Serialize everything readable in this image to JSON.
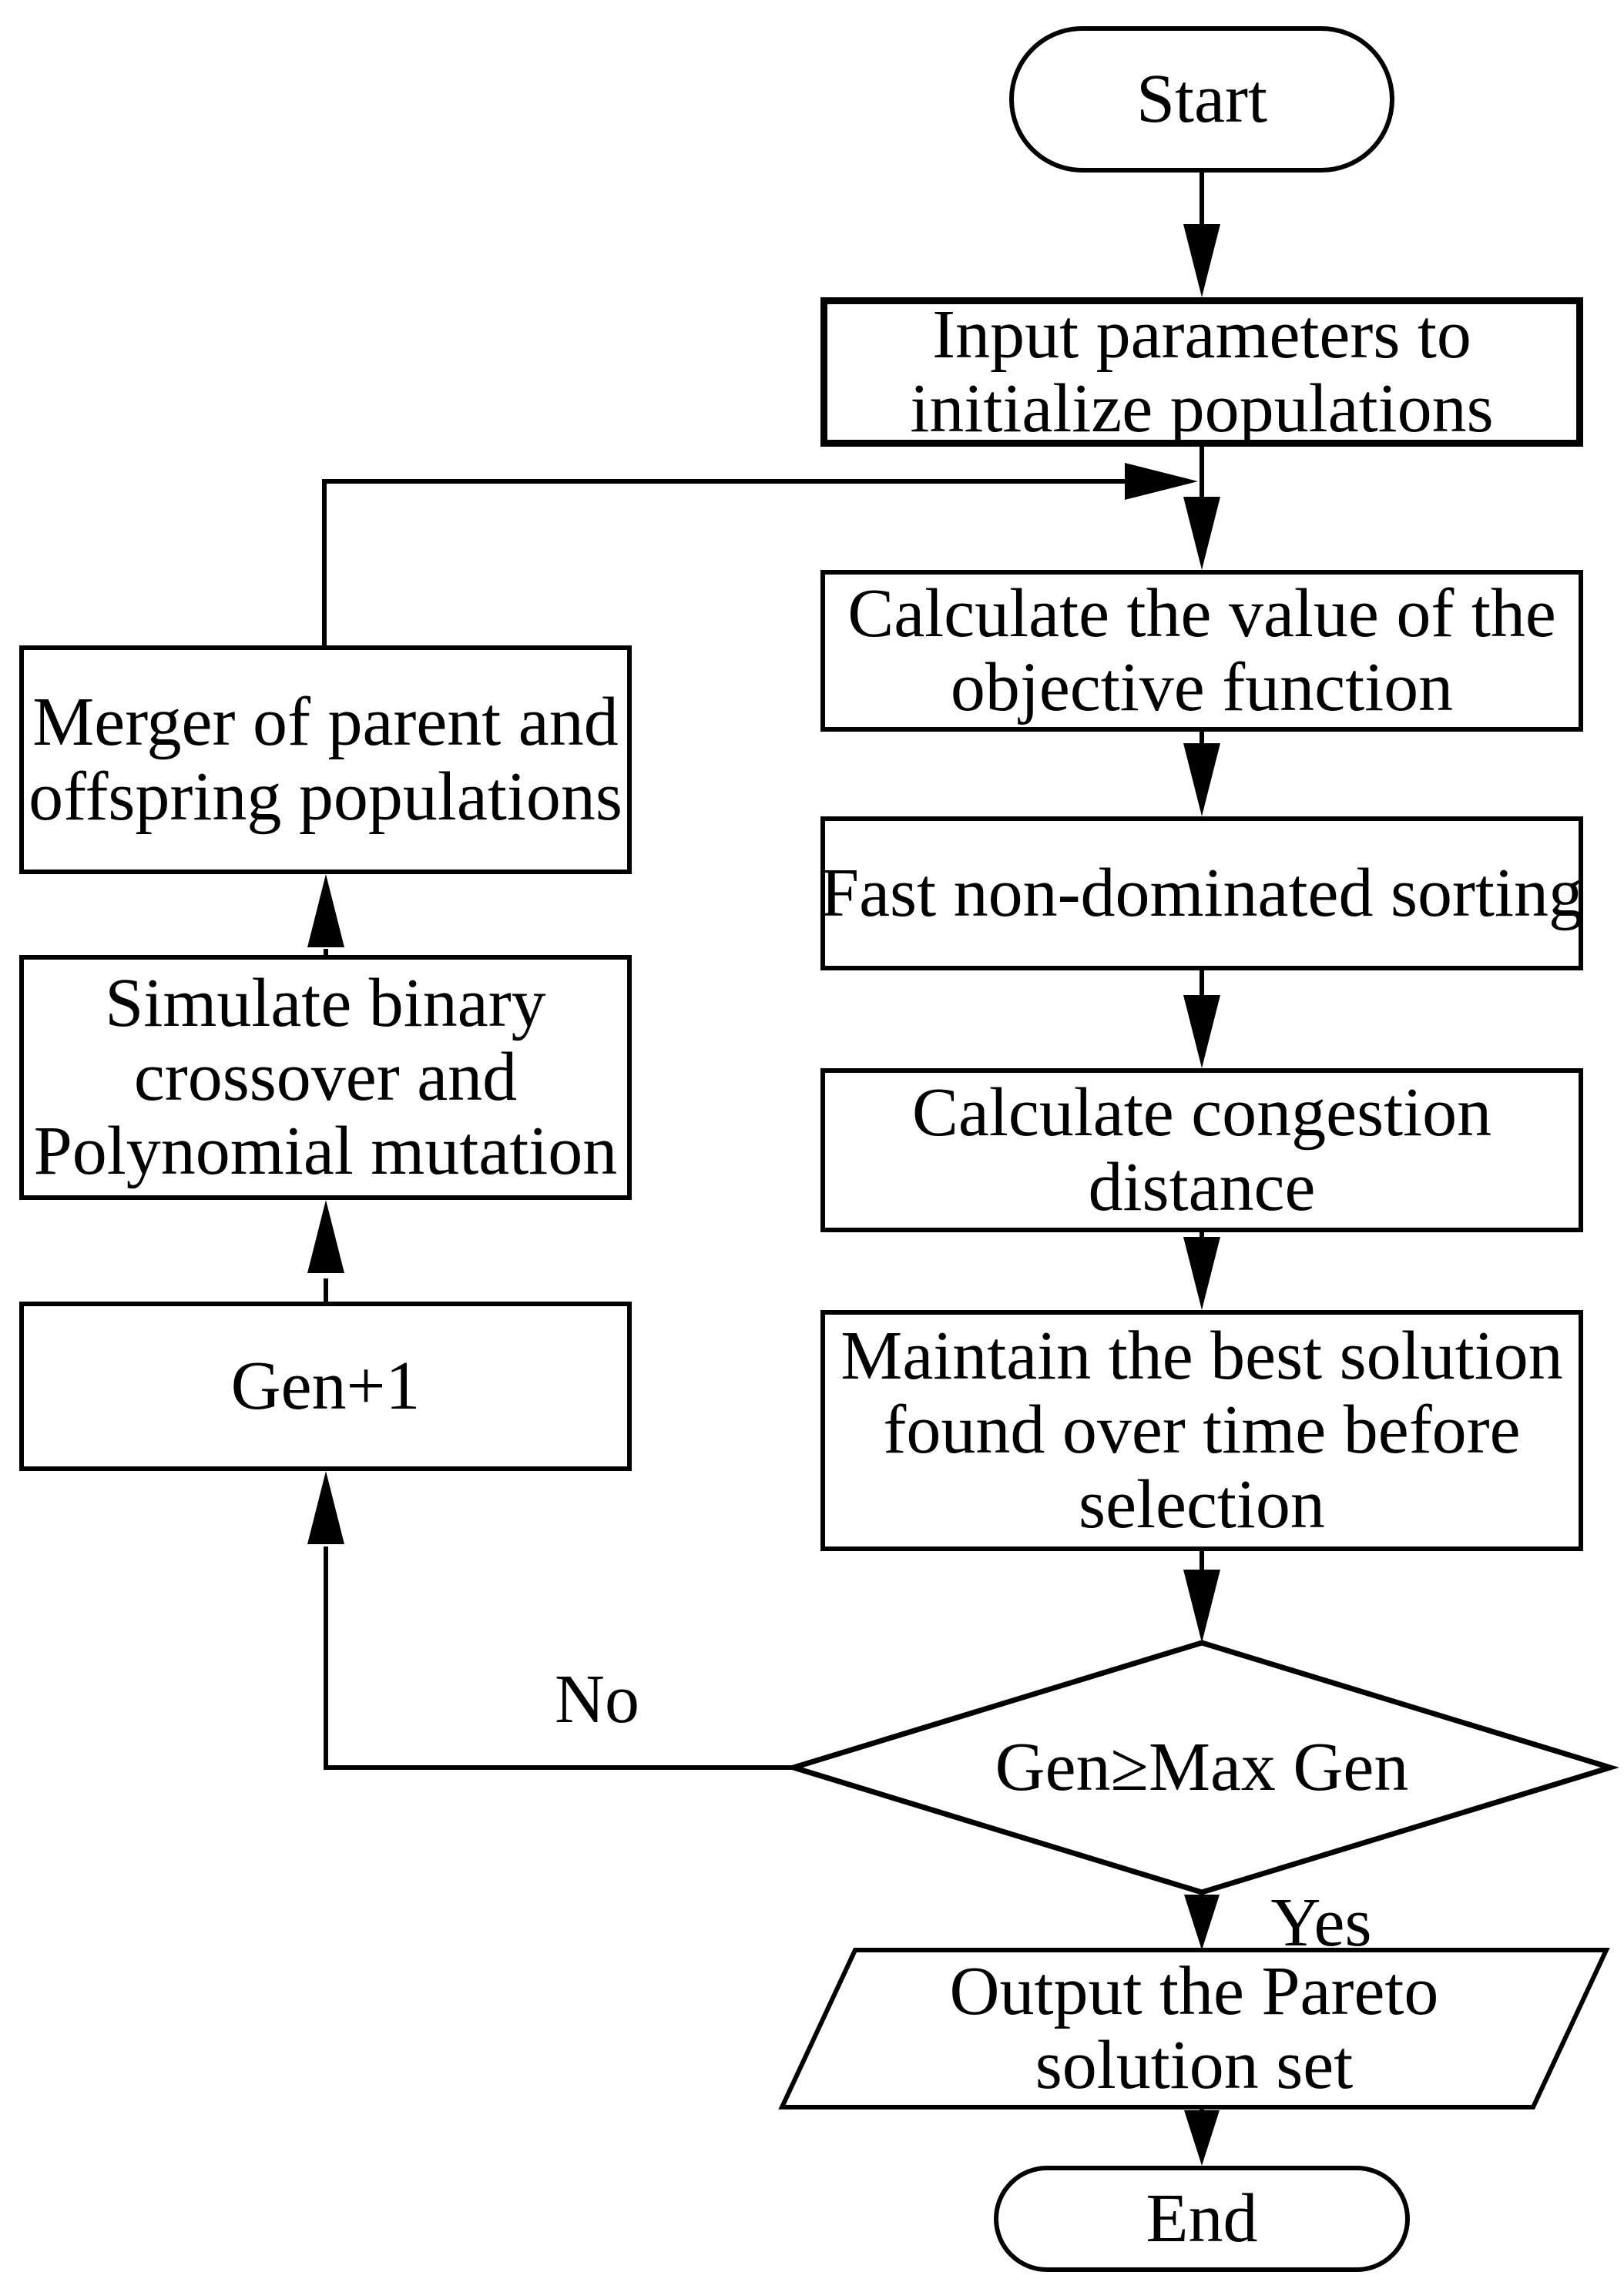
{
  "colors": {
    "stroke": "#000000",
    "fill": "#ffffff",
    "text": "#000000"
  },
  "nodes": {
    "start": {
      "label": "Start",
      "shape": "terminator"
    },
    "input": {
      "label": "Input parameters to\ninitialize populations",
      "shape": "process"
    },
    "calculate": {
      "label": "Calculate the value of the\nobjective function",
      "shape": "process"
    },
    "fast_sort": {
      "label": "Fast non-dominated sorting",
      "shape": "process"
    },
    "congestion": {
      "label": "Calculate congestion\ndistance",
      "shape": "process"
    },
    "maintain": {
      "label": "Maintain the best solution\nfound over time before\nselection",
      "shape": "process"
    },
    "decision": {
      "label": "Gen≥Max Gen",
      "shape": "decision"
    },
    "output": {
      "label": "Output the Pareto\nsolution set",
      "shape": "data"
    },
    "end": {
      "label": "End",
      "shape": "terminator"
    },
    "merger": {
      "label": "Merger of parent and\noffspring populations",
      "shape": "process"
    },
    "simulate": {
      "label": "Simulate binary\ncrossover and\nPolynomial mutation",
      "shape": "process"
    },
    "gen_increment": {
      "label": "Gen+1",
      "shape": "process"
    }
  },
  "edge_labels": {
    "yes": "Yes",
    "no": "No"
  }
}
